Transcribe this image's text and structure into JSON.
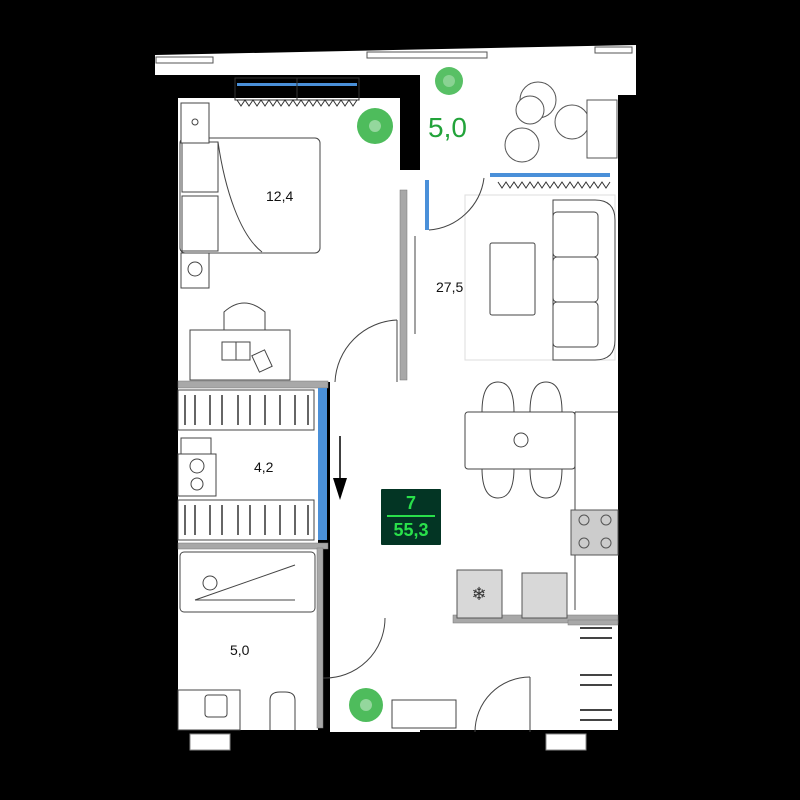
{
  "plan": {
    "badge": {
      "rooms": "7",
      "total_area": "55,3"
    },
    "rooms": [
      {
        "id": "bedroom",
        "area": "12,4"
      },
      {
        "id": "living-kitchen",
        "area": "27,5"
      },
      {
        "id": "wardrobe",
        "area": "4,2"
      },
      {
        "id": "bathroom",
        "area": "5,0"
      }
    ],
    "balcony": {
      "area": "5,0"
    },
    "colors": {
      "wall": "#000000",
      "floor": "#ffffff",
      "window_glass": "#4a90d9",
      "plant": "#22a33a",
      "badge_bg": "#033524",
      "badge_text": "#29e04a",
      "partition": "#a0a0a0"
    }
  }
}
